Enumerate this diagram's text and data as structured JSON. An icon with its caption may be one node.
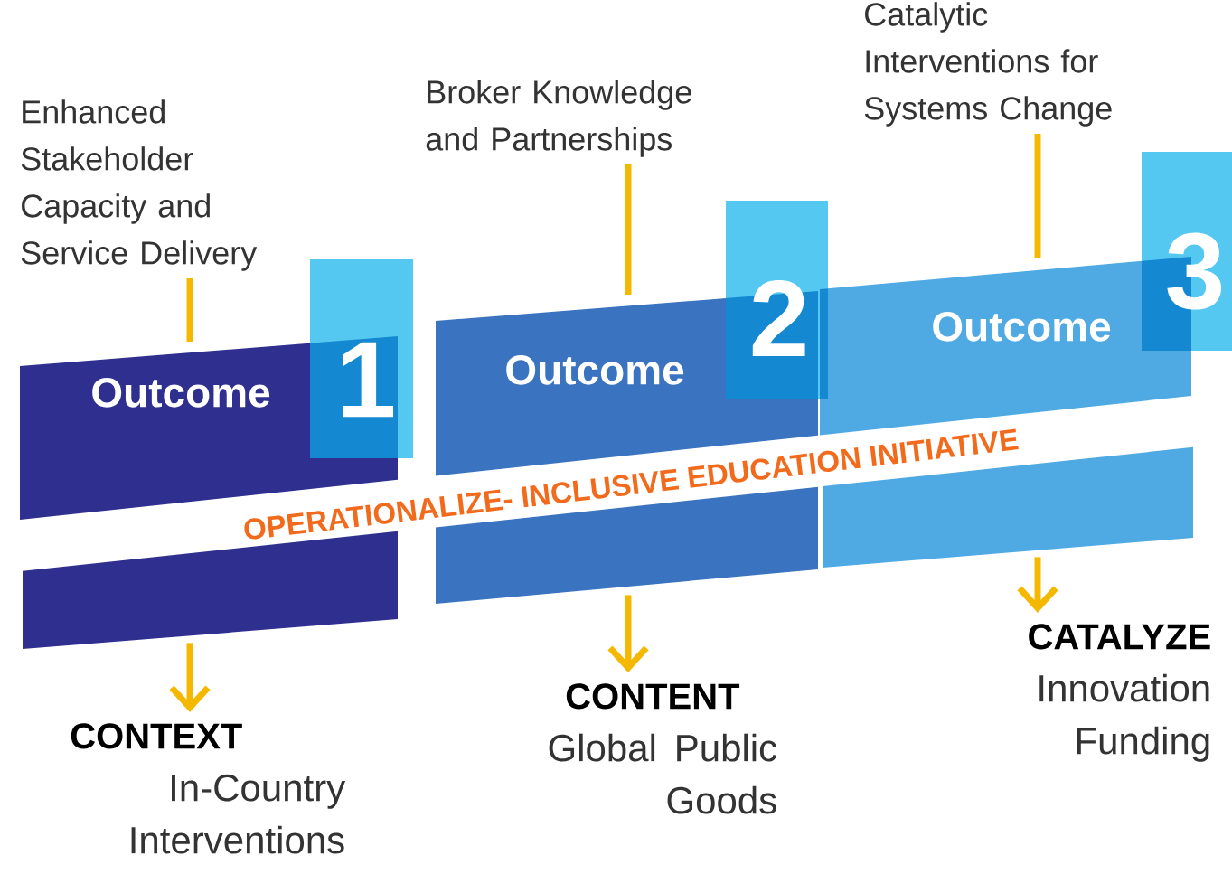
{
  "diagram": {
    "nodes": [
      {
        "text": [
          "Enhanced Stakeholder Capacity and Service Delivery"
        ]
      },
      {
        "text": [
          "Outcome"
        ]
      },
      {
        "text": [
          "1"
        ]
      },
      {
        "text": [
          "CONTEXT",
          "In-Country Interventions"
        ]
      },
      {
        "text": [
          "Broker Knowledge and Partnerships"
        ]
      },
      {
        "text": [
          "Outcome"
        ]
      },
      {
        "text": [
          "2"
        ]
      },
      {
        "text": [
          "CONTENT",
          "Global Public Goods"
        ]
      },
      {
        "text": [
          "Catalytic Interventions for Systems Change"
        ]
      },
      {
        "text": [
          "Outcome"
        ]
      },
      {
        "text": [
          "3"
        ]
      },
      {
        "text": [
          "CATALYZE",
          "Innovation Funding"
        ]
      }
    ],
    "edges": [
      {
        "from": 0,
        "to": 1,
        "arrow": "none"
      },
      {
        "from": 1,
        "to": 3,
        "arrow": "to"
      },
      {
        "from": 4,
        "to": 5,
        "arrow": "none"
      },
      {
        "from": 5,
        "to": 7,
        "arrow": "to"
      },
      {
        "from": 8,
        "to": 9,
        "arrow": "none"
      },
      {
        "from": 9,
        "to": 11,
        "arrow": "to"
      }
    ],
    "labels": [
      "OPERATIONALIZE- INCLUSIVE EDUCATION INITIATIVE"
    ]
  }
}
